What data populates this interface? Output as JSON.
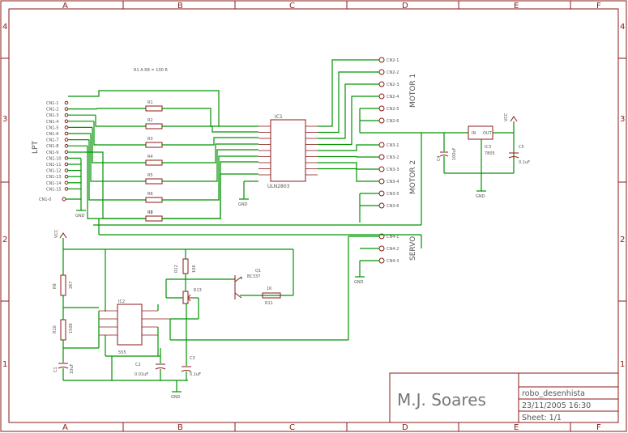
{
  "frame": {
    "columns": [
      "A",
      "B",
      "C",
      "D",
      "E",
      "F"
    ],
    "rows": [
      "4",
      "3",
      "2",
      "1"
    ]
  },
  "title_block": {
    "author": "M.J. Soares",
    "project": "robo_desenhista",
    "date": "23/11/2005 16:30",
    "sheet": "Sheet: 1/1"
  },
  "labels": {
    "lpt": "LPT",
    "motor1": "MOTOR 1",
    "motor2": "MOTOR 2",
    "servo": "SERVO",
    "resistor_note": "R1 A R8 = 100 R"
  },
  "ic1": {
    "name": "IC1",
    "value": "ULN2803",
    "gnd": "GND"
  },
  "ic2": {
    "name": "IC2",
    "value": "555"
  },
  "ic3": {
    "name": "IC3",
    "value": "7805"
  },
  "transistor": {
    "name": "Q1",
    "value": "BC337"
  },
  "lpt_pins": [
    "CN1-1",
    "CN1-2",
    "CN1-3",
    "CN1-4",
    "CN1-5",
    "CN1-6",
    "CN1-7",
    "CN1-8",
    "CN1-9",
    "CN1-10",
    "CN1-11",
    "CN1-12",
    "CN1-13",
    "CN1-14",
    "CN1-15"
  ],
  "lpt_ground": "CN1-0",
  "motor1_pins": [
    "CN2-1",
    "CN2-2",
    "CN2-3",
    "CN2-4",
    "CN2-5",
    "CN2-6"
  ],
  "motor2_pins": [
    "CN3-1",
    "CN3-2",
    "CN3-3",
    "CN3-4",
    "CN3-5",
    "CN3-6"
  ],
  "servo_pins": [
    "CN4-1",
    "CN4-2",
    "CN4-3"
  ],
  "resistors": [
    "R1",
    "R2",
    "R3",
    "R4",
    "R5",
    "R6",
    "R7",
    "R8"
  ],
  "other_parts": {
    "r9": "R9",
    "r9_val": "2K7",
    "r10": "R10",
    "r10_val": "150K",
    "r11": "R11",
    "r11_val": "1K",
    "r12": "R12",
    "r12_val": "10K",
    "pot": "R13",
    "c1": "C1",
    "c1_val": "10uF",
    "c2": "C2",
    "c2_val": "0.01uF",
    "c3": "C3",
    "c3_val": "0.1uF",
    "c4": "C4",
    "c4_val": "100uF",
    "c5": "C5",
    "c5_val": "0.1uF"
  },
  "power": {
    "vcc": "VCC",
    "gnd": "GND"
  }
}
